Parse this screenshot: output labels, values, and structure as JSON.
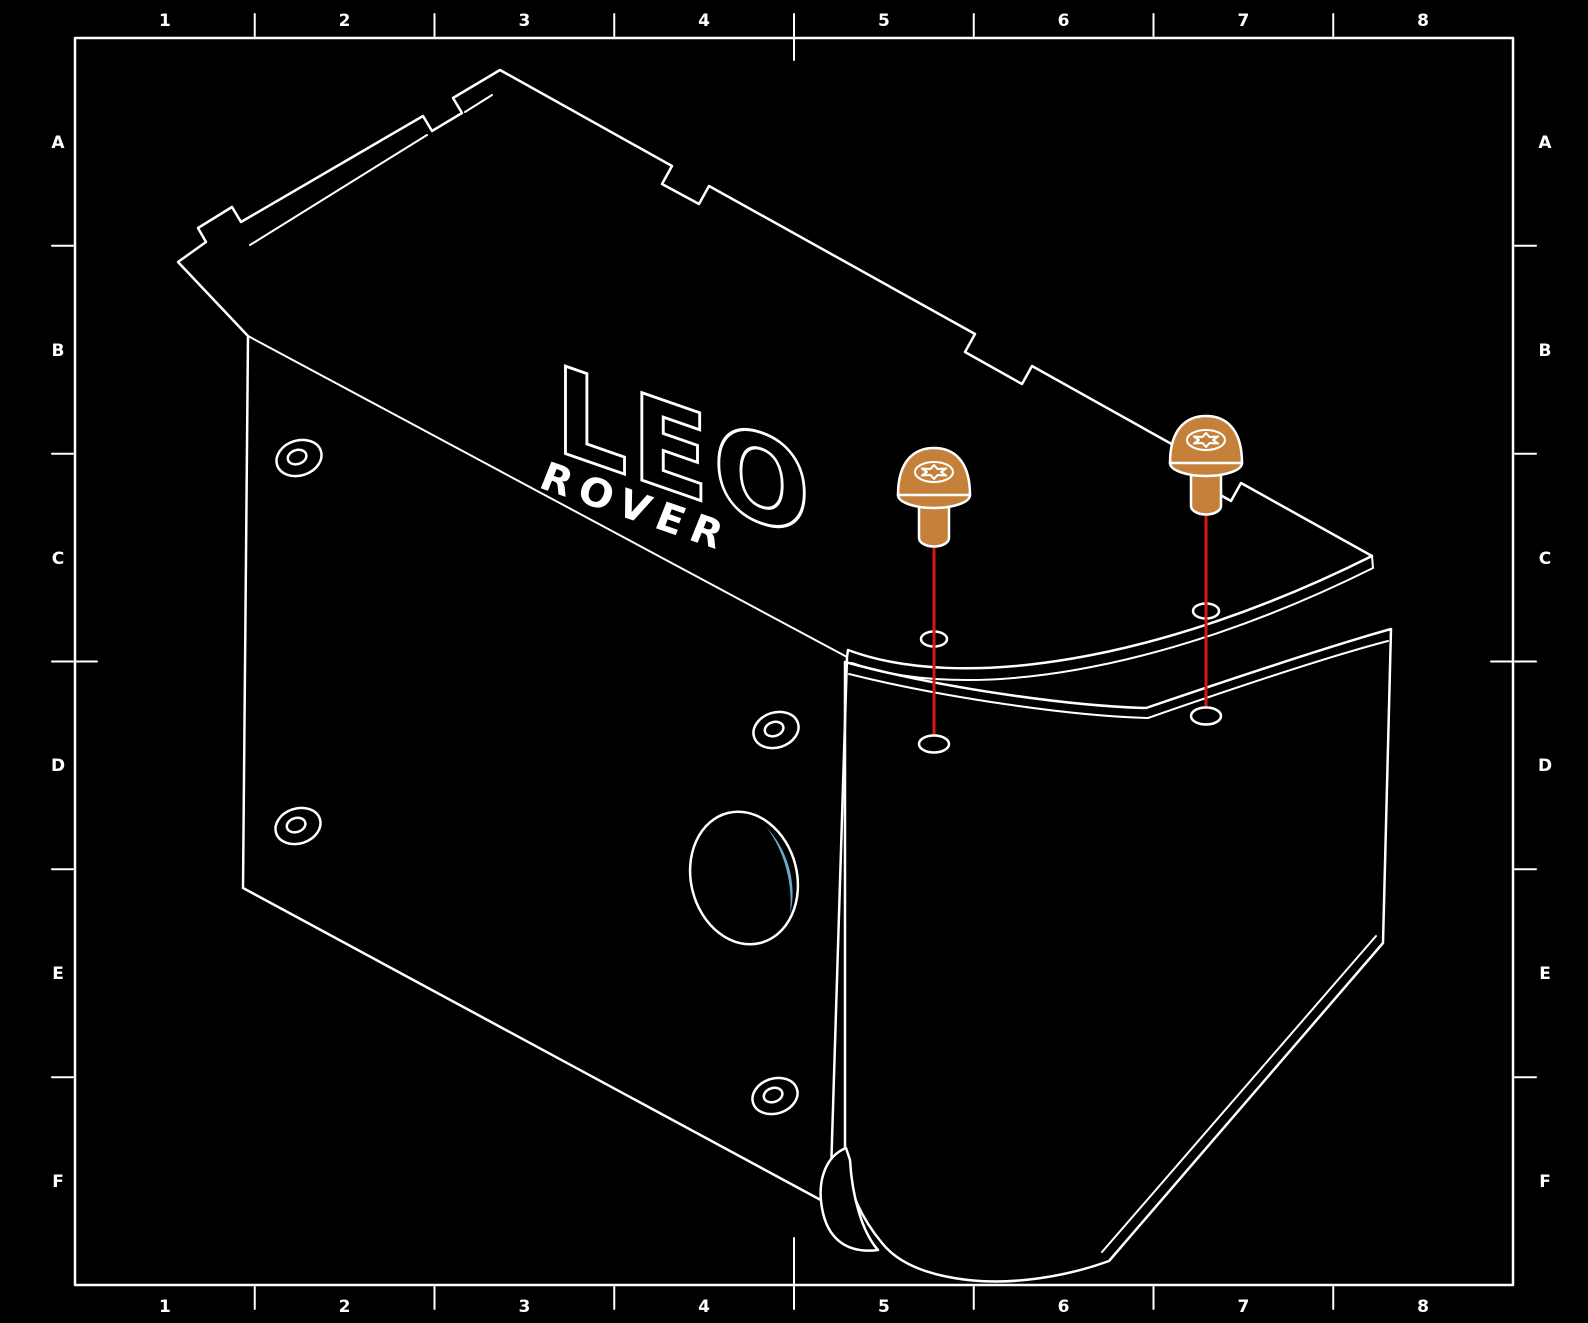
{
  "grid": {
    "columns": [
      "1",
      "2",
      "3",
      "4",
      "5",
      "6",
      "7",
      "8"
    ],
    "rows": [
      "A",
      "B",
      "C",
      "D",
      "E",
      "F"
    ]
  },
  "logo": {
    "name": "LEO",
    "sub": "ROVER"
  },
  "colors": {
    "background": "#000000",
    "line": "#ffffff",
    "panel": "#67a9cb",
    "screw": "#c5813a",
    "guide": "#dd1414"
  }
}
